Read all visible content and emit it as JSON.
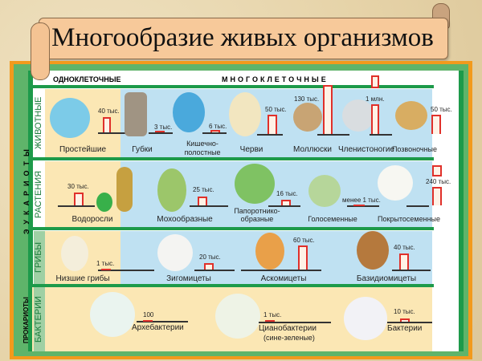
{
  "title": "Многообразие живых организмов",
  "header": {
    "unicellular": "ОДНОКЛЕТОЧНЫЕ",
    "multicellular": "МНОГОКЛЕТОЧНЫЕ"
  },
  "groups": {
    "eukaryotes": "ЭУКАРИОТЫ",
    "prokaryotes": "ПРОКАРИОТЫ"
  },
  "rows": [
    {
      "label": "ЖИВОТНЫЕ",
      "items": [
        {
          "name": "Простейшие",
          "value": "40 тыс."
        },
        {
          "name": "Губки",
          "value": "3 тыс."
        },
        {
          "name": "Кишечно-полостные",
          "value": "6 тыс."
        },
        {
          "name": "Черви",
          "value": "50 тыс."
        },
        {
          "name": "Моллюски",
          "value": "130 тыс."
        },
        {
          "name": "Членистоногие",
          "value": "1 млн."
        },
        {
          "name": "Позвоночные",
          "value": "50 тыс."
        }
      ]
    },
    {
      "label": "РАСТЕНИЯ",
      "items": [
        {
          "name": "Водоросли",
          "value": "30 тыс."
        },
        {
          "name": "Мохообразные",
          "value": "25 тыс."
        },
        {
          "name": "Папоротнико-образные",
          "value": "16 тыс."
        },
        {
          "name": "Голосеменные",
          "value": "менее 1 тыс."
        },
        {
          "name": "Покрытосеменные",
          "value": "240 тыс."
        }
      ]
    },
    {
      "label": "ГРИБЫ",
      "items": [
        {
          "name": "Низшие грибы",
          "value": "1 тыс."
        },
        {
          "name": "Зигомицеты",
          "value": "20 тыс."
        },
        {
          "name": "Аскомицеты",
          "value": "60 тыс."
        },
        {
          "name": "Базидиомицеты",
          "value": "40 тыс."
        }
      ]
    },
    {
      "label": "БАКТЕРИИ",
      "items": [
        {
          "name": "Архебактерии",
          "value": "100"
        },
        {
          "name": "Цианобактерии",
          "sub": "(сине-зеленые)",
          "value": "1 тыс."
        },
        {
          "name": "Бактерии",
          "value": "10 тыс."
        }
      ]
    }
  ],
  "colors": {
    "bar_outline": "#e0302a",
    "green": "#1d9a4a",
    "orange": "#f29a1c",
    "sky": "#bfe1f2",
    "cream": "#fbe7b4"
  }
}
